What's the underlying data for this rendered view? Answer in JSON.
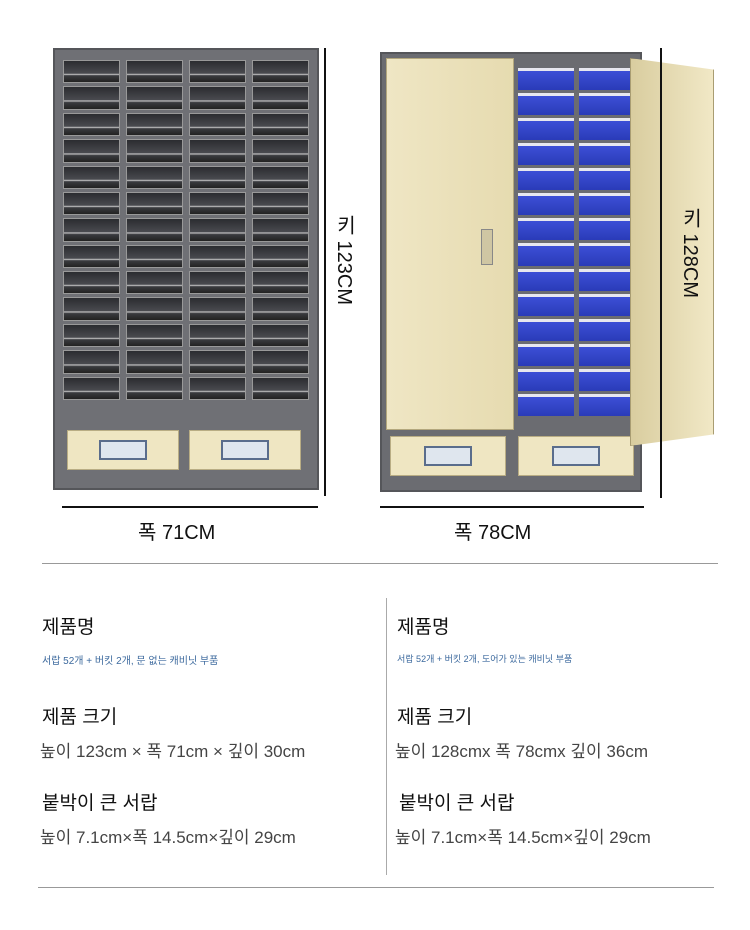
{
  "left_cabinet": {
    "height_label": "키 123CM",
    "width_label": "폭 71CM"
  },
  "right_cabinet": {
    "height_label": "키 128CM",
    "width_label": "폭 78CM"
  },
  "specs": [
    {
      "name_heading": "제품명",
      "name_value": "서랍 52개 + 버킷 2개, 문 없는 캐비닛 부품",
      "size_heading": "제품 크기",
      "size_value": "높이 123cm × 폭 71cm × 깊이 30cm",
      "drawer_heading": "붙박이 큰 서랍",
      "drawer_value": "높이 7.1cm×폭 14.5cm×깊이 29cm"
    },
    {
      "name_heading": "제품명",
      "name_value": "서랍 52개 + 버킷 2개, 도어가 있는 캐비닛 부품",
      "size_heading": "제품 크기",
      "size_value": "높이 128cmx 폭 78cmx 깊이 36cm",
      "drawer_heading": "붙박이 큰 서랍",
      "drawer_value": "높이 7.1cm×폭 14.5cm×깊이 29cm"
    }
  ]
}
